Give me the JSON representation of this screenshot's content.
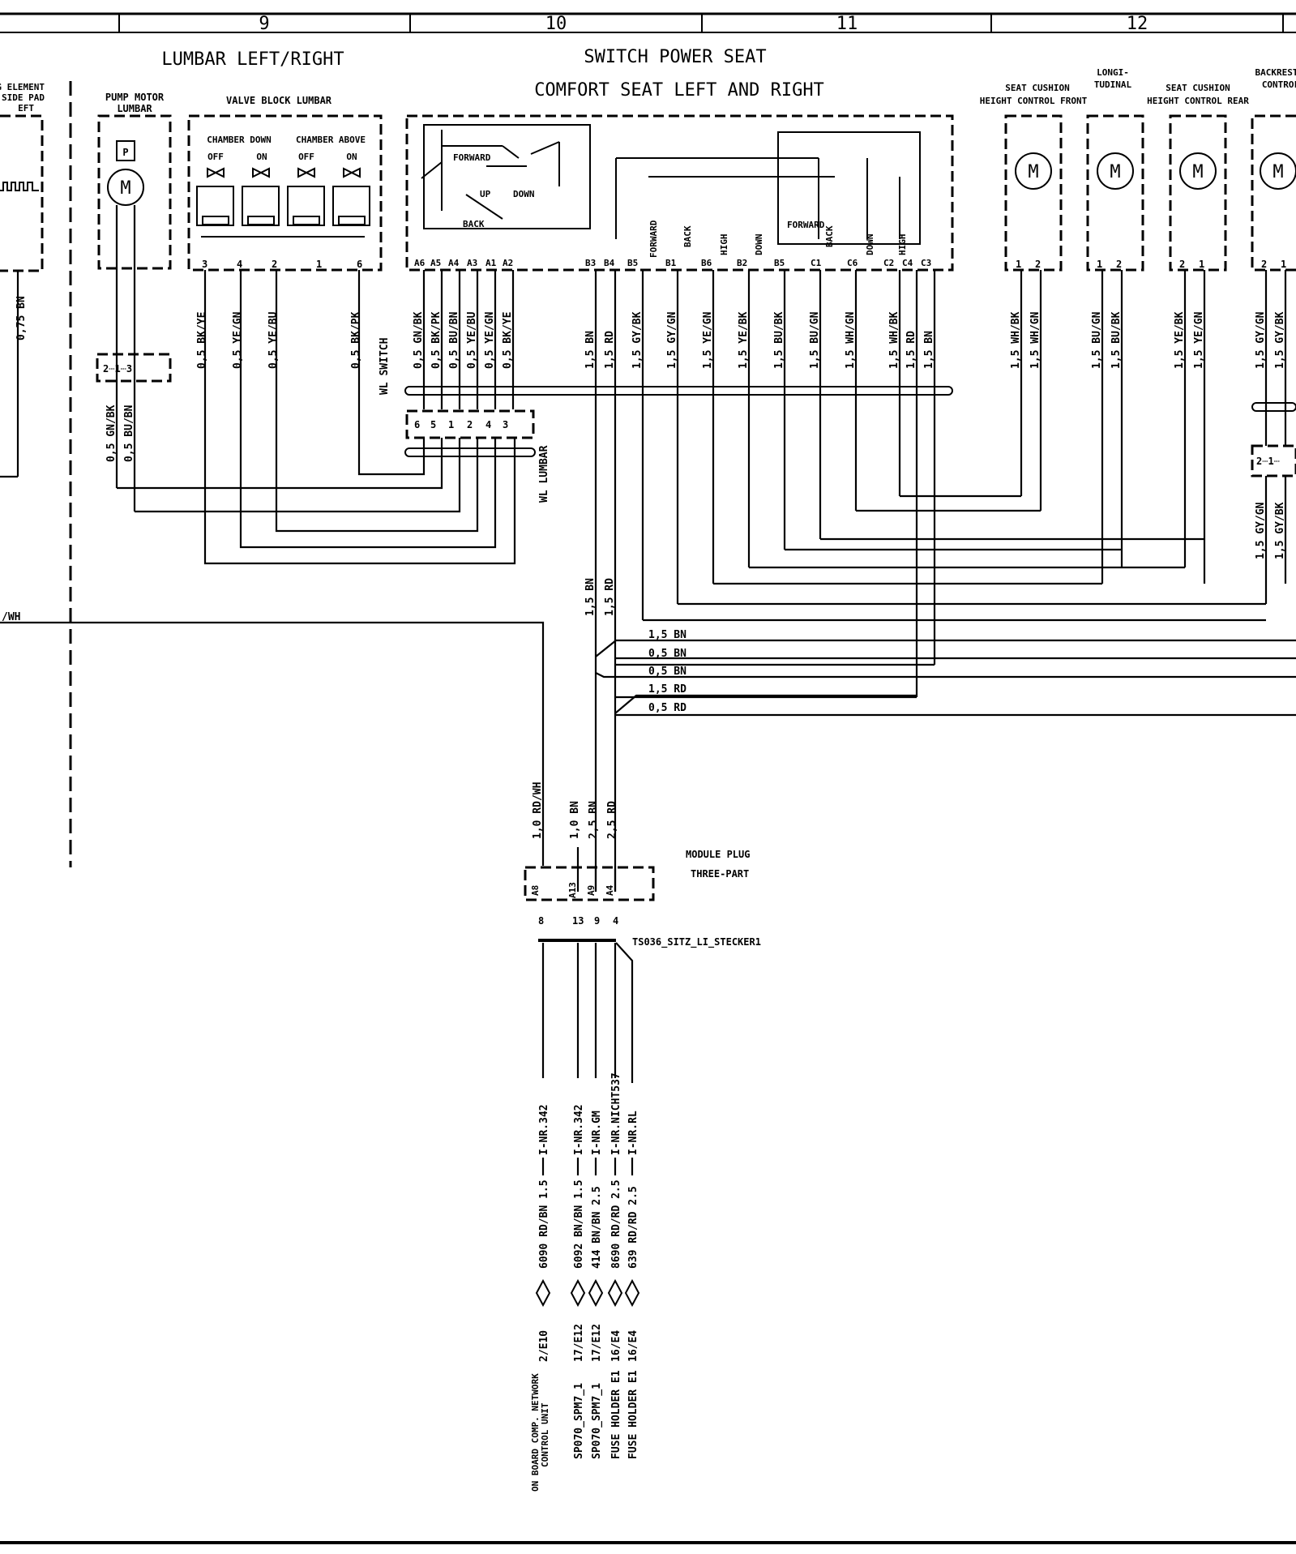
{
  "grid": {
    "columns": [
      "9",
      "10",
      "11",
      "12"
    ]
  },
  "titles": {
    "lumbar": "LUMBAR LEFT/RIGHT",
    "switch_power_seat": "SWITCH POWER SEAT",
    "comfort_seat": "COMFORT SEAT LEFT AND RIGHT",
    "module_plug": "MODULE PLUG",
    "module_plug_sub": "THREE-PART",
    "connector_ref": "TS036_SITZ_LI_STECKER1"
  },
  "components": {
    "element_partial": [
      "G ELEMENT",
      "SIDE PAD",
      "EFT"
    ],
    "pump_motor": [
      "PUMP MOTOR",
      "LUMBAR"
    ],
    "valve_block": "VALVE BLOCK LUMBAR",
    "chamber_down": "CHAMBER DOWN",
    "chamber_above": "CHAMBER ABOVE",
    "valve_states": [
      "OFF",
      "ON",
      "OFF",
      "ON"
    ],
    "valve_pins": [
      "3",
      "4",
      "2",
      "1",
      "6"
    ],
    "motor_front": [
      "SEAT CUSHION",
      "HEIGHT CONTROL FRONT"
    ],
    "motor_long": [
      "LONGI-",
      "TUDINAL"
    ],
    "motor_rear": [
      "SEAT CUSHION",
      "HEIGHT CONTROL REAR"
    ],
    "motor_backrest": [
      "BACKREST",
      "CONTROL"
    ],
    "switch_labels": {
      "forward": "FORWARD",
      "up": "UP",
      "down": "DOWN",
      "back": "BACK",
      "high": "HIGH"
    },
    "pump_p": "P",
    "motor_m": "M",
    "pump_connector": "2┄1┄3"
  },
  "switch_pins": [
    "A6",
    "A5",
    "A4",
    "A3",
    "A1",
    "A2",
    "B3",
    "B4",
    "B5",
    "B1",
    "B6",
    "B2",
    "B5",
    "C1",
    "C6",
    "C2",
    "C4",
    "C3"
  ],
  "motor_pins": {
    "front": [
      "1",
      "2"
    ],
    "long": [
      "1",
      "2"
    ],
    "rear": [
      "2",
      "1"
    ],
    "backrest": [
      "2",
      "1"
    ]
  },
  "wires": {
    "lumbar_left": [
      "0,75 BN"
    ],
    "valve": [
      "0,5 BK/YE",
      "0,5 YE/GN",
      "0,5 YE/BU",
      "0,5 BK/PK"
    ],
    "pump": [
      "0,5 GN/BK",
      "0,5 BU/BN"
    ],
    "wl_switch_label": "WL SWITCH",
    "wl_lumbar_label": "WL LUMBAR",
    "wl_switch": [
      "0,5 GN/BK",
      "0,5 BK/PK",
      "0,5 BU/BN",
      "0,5 YE/BU",
      "0,5 YE/GN",
      "0,5 BK/YE"
    ],
    "wl_lumbar_pins": [
      "6",
      "5",
      "1",
      "2",
      "4",
      "3"
    ],
    "switch_out": [
      "1,5 BN",
      "1,5 RD",
      "1,5 GY/BK",
      "1,5 GY/GN",
      "1,5 YE/GN",
      "1,5 YE/BK",
      "1,5 BU/BK",
      "1,5 BU/GN",
      "1,5 WH/GN",
      "1,5 WH/BK",
      "1,5 RD",
      "1,5 BN"
    ],
    "motor_front": [
      "1,5 WH/BK",
      "1,5 WH/GN"
    ],
    "motor_long": [
      "1,5 BU/GN",
      "1,5 BU/BK"
    ],
    "motor_rear": [
      "1,5 YE/BK",
      "1,5 YE/GN"
    ],
    "motor_backrest": [
      "1,5 GY/GN",
      "1,5 GY/BK"
    ],
    "backrest_lower": [
      "1,5 GY/GN",
      "1,5 GY/BK"
    ],
    "backrest_conn": "2┄1┄",
    "left_edge": "/WH",
    "mid_vertical": [
      "1,5 BN",
      "1,5 RD"
    ],
    "bus": [
      "1,5 BN",
      "0,5 BN",
      "0,5 BN",
      "1,5 RD",
      "0,5 RD"
    ],
    "module_in": [
      "1,0 RD/WH",
      "1,0 BN",
      "2,5 BN",
      "2,5 RD"
    ],
    "module_pins": [
      "A8",
      "A13",
      "A9",
      "A4"
    ],
    "plug_numbers": [
      "8",
      "13",
      "9",
      "4"
    ]
  },
  "terminals": [
    {
      "label": "I-NR.342",
      "wire": "6090 RD/BN 1.5",
      "loc": "2/E10"
    },
    {
      "label": "I-NR.342",
      "wire": "6092 BN/BN 1.5",
      "loc": "17/E12"
    },
    {
      "label": "I-NR.GM",
      "wire": "414 BN/BN 2.5",
      "loc": "17/E12"
    },
    {
      "label": "I-NR.NICHT537",
      "wire": "8690 RD/RD 2.5",
      "loc": "16/E4"
    },
    {
      "label": "I-NR.RL",
      "wire": "639 RD/RD 2.5",
      "loc": "16/E4"
    }
  ],
  "destinations": [
    "ON BOARD COMP. NETWORK",
    "CONTROL UNIT",
    "SP070_SPM7_1",
    "SP070_SPM7_1",
    "FUSE HOLDER E1",
    "FUSE HOLDER E1"
  ]
}
